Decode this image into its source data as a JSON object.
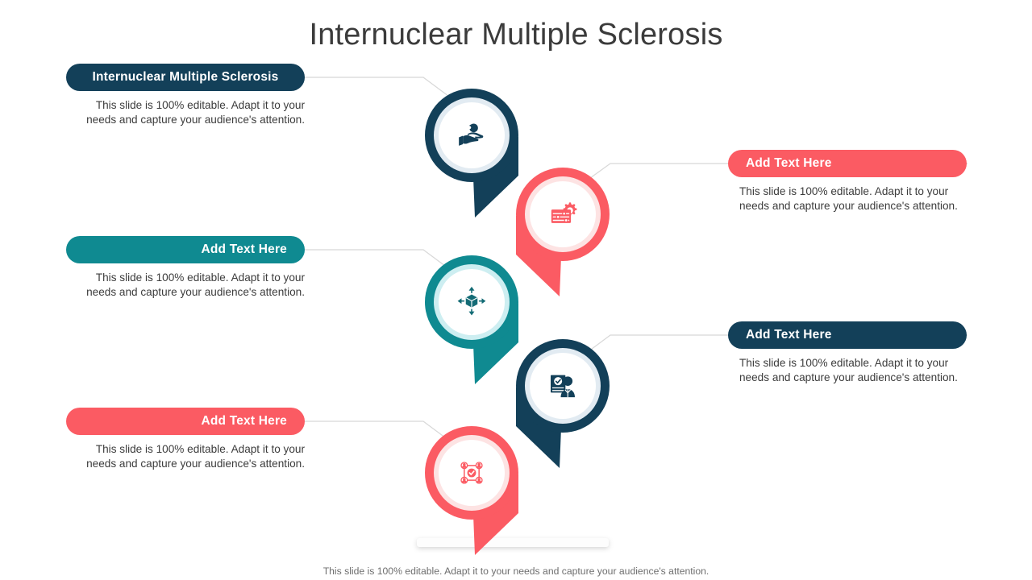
{
  "slide": {
    "title": "Internuclear Multiple Sclerosis",
    "footer_note": "This slide is 100% editable. Adapt it to your needs and capture your audience's attention.",
    "body_text_default": "This slide is 100% editable. Adapt it to your\nneeds and capture your audience's attention."
  },
  "colors": {
    "navy": "#134059",
    "navy_ring": "#e2ebf2",
    "teal": "#0f8a91",
    "teal_ring": "#cdeef1",
    "coral": "#fb5b63",
    "coral_ring": "#fde3e3",
    "title_text": "#3b3b3b",
    "body_text": "#3c3c3c",
    "footer_text": "#6e6e6e",
    "connector_line": "#d8d8d8"
  },
  "items": [
    {
      "id": "item-1",
      "label": "Internuclear Multiple  Sclerosis",
      "body": "This slide is 100% editable. Adapt it to your\nneeds and capture your audience's attention.",
      "color_key": "navy",
      "side": "left",
      "icon": "hand-holding-person-gear-icon",
      "badge_align": "center"
    },
    {
      "id": "item-2",
      "label": "Add  Text Here",
      "body": "This slide is 100% editable. Adapt it to your\nneeds and capture your audience's attention.",
      "color_key": "coral",
      "side": "right",
      "icon": "settings-sliders-gear-icon",
      "badge_align": "left"
    },
    {
      "id": "item-3",
      "label": "Add  Text Here",
      "body": "This slide is 100% editable. Adapt it to your\nneeds and capture your audience's attention.",
      "color_key": "teal",
      "side": "left",
      "icon": "cube-expand-arrows-icon",
      "badge_align": "right"
    },
    {
      "id": "item-4",
      "label": "Add  Text Here",
      "body": "This slide is 100% editable. Adapt it to your\nneeds and capture your audience's attention.",
      "color_key": "navy",
      "side": "right",
      "icon": "person-approved-document-icon",
      "badge_align": "left"
    },
    {
      "id": "item-5",
      "label": "Add  Text Here",
      "body": "This slide is 100% editable. Adapt it to your\nneeds and capture your audience's attention.",
      "color_key": "coral",
      "side": "left",
      "icon": "team-network-check-icon",
      "badge_align": "right"
    }
  ]
}
